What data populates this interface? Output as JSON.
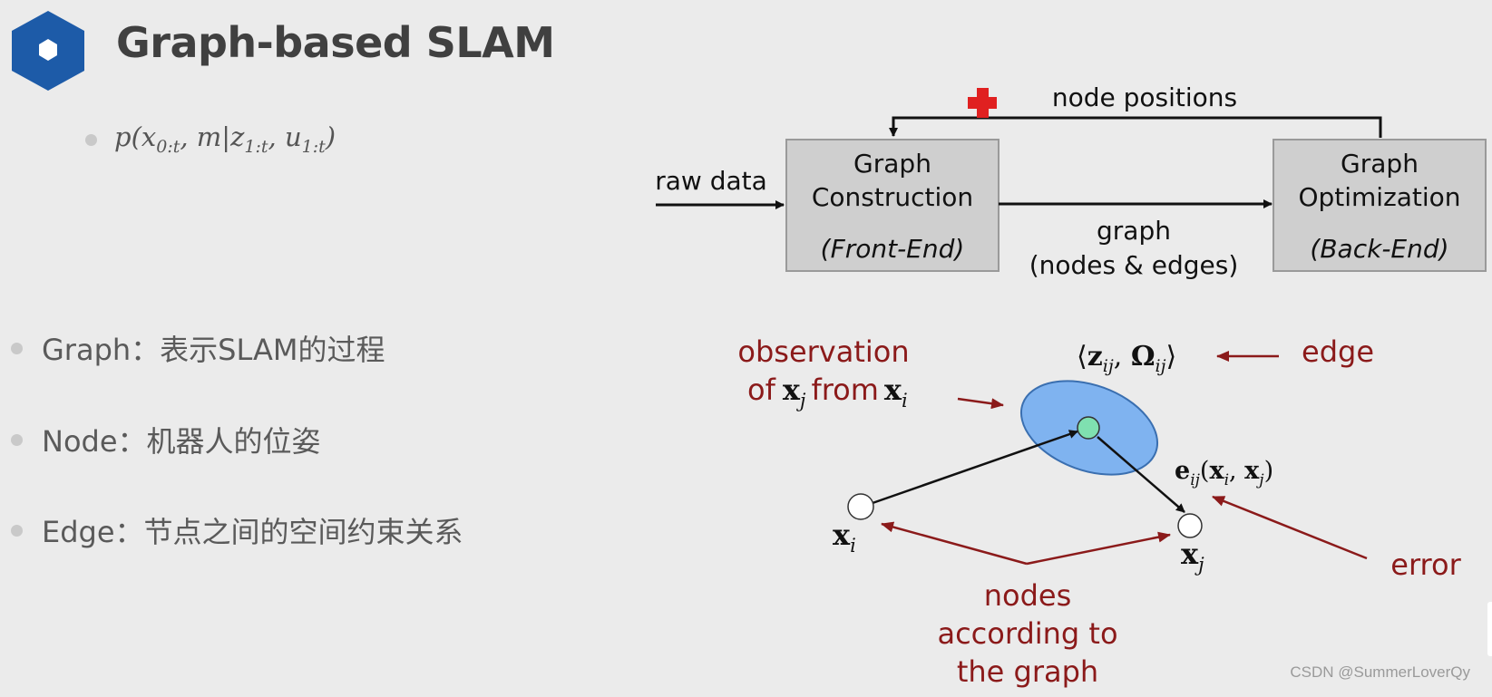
{
  "slide": {
    "title": "Graph-based SLAM",
    "formula": "p(x0:t, m|z1:t, u1:t)",
    "formula_parts": {
      "p": "p(",
      "x": "x",
      "x_sub": "0:t",
      "m": ", m|",
      "z": "z",
      "z_sub": "1:t",
      "comma": ", ",
      "u": "u",
      "u_sub": "1:t",
      "close": ")"
    },
    "bullets": [
      {
        "label": "Graph",
        "text": "Graph：表示SLAM的过程"
      },
      {
        "label": "Node",
        "text": "Node：机器人的位姿"
      },
      {
        "label": "Edge",
        "text": "Edge：节点之间的空间约束关系"
      }
    ],
    "watermark": "CSDN @SummerLoverQy"
  },
  "pipeline": {
    "input_label": "raw data",
    "feedback_label": "node positions",
    "front_box": {
      "line1": "Graph",
      "line2": "Construction",
      "line3": "(Front-End)"
    },
    "back_box": {
      "line1": "Graph",
      "line2": "Optimization",
      "line3": "(Back-End)"
    },
    "middle_label_line1": "graph",
    "middle_label_line2": "(nodes & edges)"
  },
  "graph_figure": {
    "observation_line1": "observation",
    "observation_of": "of",
    "observation_from": "from",
    "edge_label": "edge",
    "edge_math": "⟨z_ij, Ω_ij⟩",
    "error_math": "e_ij(x_i, x_j)",
    "error_label": "error",
    "node_i": "x_i",
    "node_j": "x_j",
    "nodes_label": [
      "nodes",
      "according to",
      "the graph"
    ],
    "colors": {
      "annotation": "#8b1a1a",
      "ellipse_fill": "#7fb3f0",
      "ellipse_stroke": "#3a6fb0",
      "observed_node": "#7fe0b0",
      "box_fill": "#cfcfcf",
      "plus_sign": "#e02020",
      "logo": "#1d5ba8"
    }
  }
}
